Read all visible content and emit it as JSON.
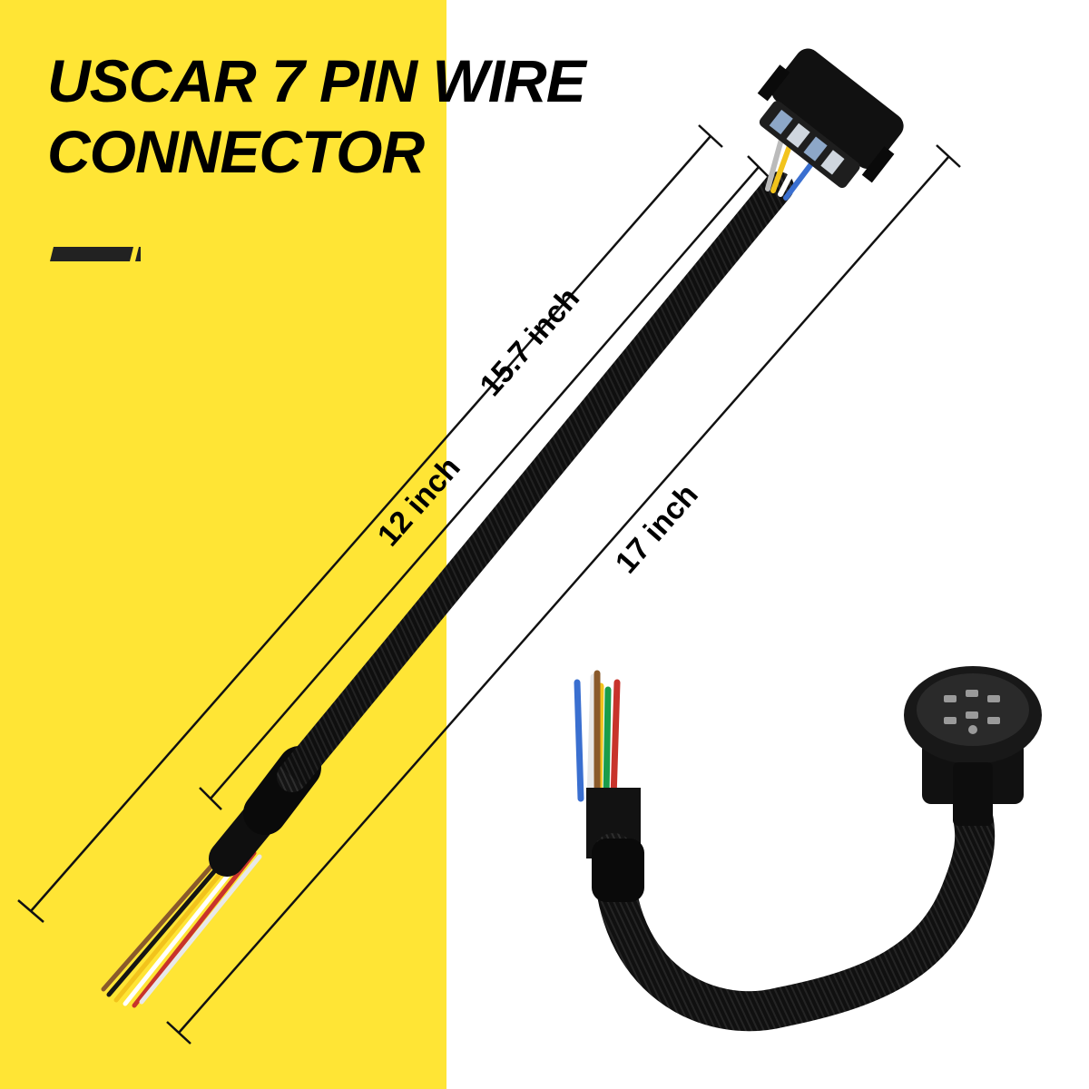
{
  "title": {
    "line1": "USCAR 7 PIN WIRE",
    "line2": "CONNECTOR"
  },
  "dimensions": {
    "outer_length": "15.7 inch",
    "harness_length": "12 inch",
    "total_length": "17 inch"
  },
  "colors": {
    "background_left": "#ffe535",
    "background_right": "#ffffff",
    "text": "#000000",
    "cable": "#151515"
  },
  "wire_colors": [
    "#3a6fd0",
    "#e8e8e8",
    "#f2c31c",
    "#8a5a2b",
    "#1a9d4a",
    "#c8332b",
    "#ffffff"
  ]
}
